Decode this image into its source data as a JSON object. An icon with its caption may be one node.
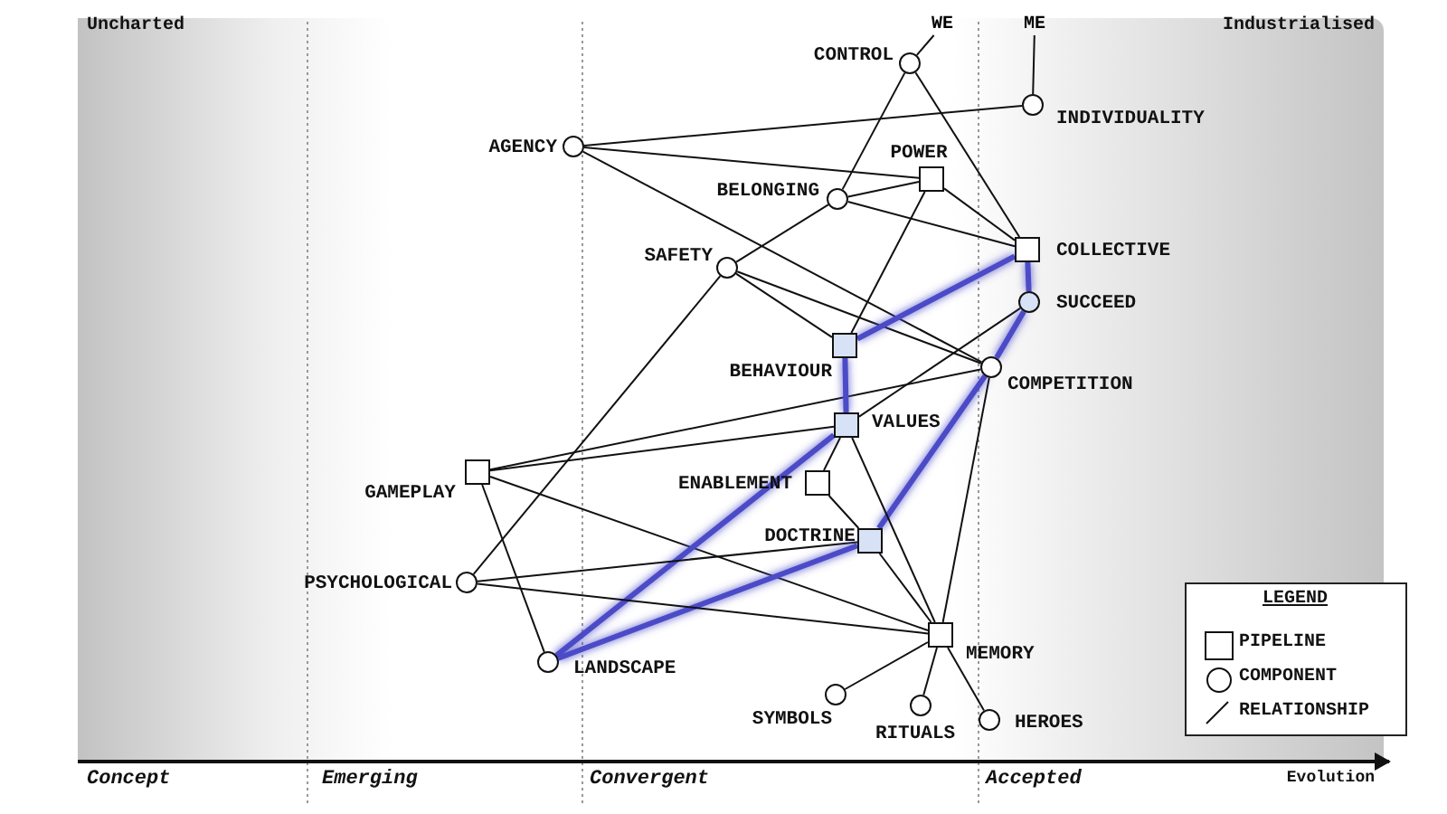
{
  "diagram": {
    "nodes": [
      {
        "text": [
          "WE"
        ]
      },
      {
        "text": [
          "ME"
        ]
      },
      {
        "text": [
          "CONTROL"
        ]
      },
      {
        "text": [
          "INDIVIDUALITY"
        ]
      },
      {
        "text": [
          "AGENCY"
        ]
      },
      {
        "text": [
          "POWER"
        ]
      },
      {
        "text": [
          "BELONGING"
        ]
      },
      {
        "text": [
          "COLLECTIVE"
        ]
      },
      {
        "text": [
          "SAFETY"
        ]
      },
      {
        "text": [
          "SUCCEED"
        ]
      },
      {
        "text": [
          "BEHAVIOUR"
        ]
      },
      {
        "text": [
          "COMPETITION"
        ]
      },
      {
        "text": [
          "VALUES"
        ]
      },
      {
        "text": [
          "GAMEPLAY"
        ]
      },
      {
        "text": [
          "ENABLEMENT"
        ]
      },
      {
        "text": [
          "DOCTRINE"
        ]
      },
      {
        "text": [
          "PSYCHOLOGICAL"
        ]
      },
      {
        "text": [
          "MEMORY"
        ]
      },
      {
        "text": [
          "LANDSCAPE"
        ]
      },
      {
        "text": [
          "SYMBOLS"
        ]
      },
      {
        "text": [
          "RITUALS"
        ]
      },
      {
        "text": [
          "HEROES"
        ]
      }
    ],
    "edges": [
      {
        "from": 0,
        "to": 2,
        "arrow": "none"
      },
      {
        "from": 1,
        "to": 3,
        "arrow": "none"
      },
      {
        "from": 2,
        "to": 6,
        "arrow": "none"
      },
      {
        "from": 2,
        "to": 7,
        "arrow": "none"
      },
      {
        "from": 4,
        "to": 3,
        "arrow": "none"
      },
      {
        "from": 4,
        "to": 5,
        "arrow": "none"
      },
      {
        "from": 4,
        "to": 11,
        "arrow": "none"
      },
      {
        "from": 6,
        "to": 5,
        "arrow": "none"
      },
      {
        "from": 6,
        "to": 7,
        "arrow": "none"
      },
      {
        "from": 6,
        "to": 8,
        "arrow": "none"
      },
      {
        "from": 5,
        "to": 7,
        "arrow": "none"
      },
      {
        "from": 5,
        "to": 10,
        "arrow": "none"
      },
      {
        "from": 8,
        "to": 10,
        "arrow": "none"
      },
      {
        "from": 8,
        "to": 11,
        "arrow": "none"
      },
      {
        "from": 8,
        "to": 16,
        "arrow": "none"
      },
      {
        "from": 7,
        "to": 10,
        "arrow": "none",
        "style": "thick",
        "color": "#4b4bc8"
      },
      {
        "from": 7,
        "to": 9,
        "arrow": "none",
        "style": "thick",
        "color": "#4b4bc8"
      },
      {
        "from": 9,
        "to": 12,
        "arrow": "none"
      },
      {
        "from": 9,
        "to": 11,
        "arrow": "none",
        "style": "thick",
        "color": "#4b4bc8"
      },
      {
        "from": 11,
        "to": 13,
        "arrow": "none"
      },
      {
        "from": 11,
        "to": 17,
        "arrow": "none"
      },
      {
        "from": 11,
        "to": 15,
        "arrow": "none",
        "style": "thick",
        "color": "#4b4bc8"
      },
      {
        "from": 13,
        "to": 12,
        "arrow": "none"
      },
      {
        "from": 13,
        "to": 18,
        "arrow": "none"
      },
      {
        "from": 13,
        "to": 17,
        "arrow": "none"
      },
      {
        "from": 12,
        "to": 10,
        "arrow": "none",
        "style": "thick",
        "color": "#4b4bc8"
      },
      {
        "from": 12,
        "to": 14,
        "arrow": "none"
      },
      {
        "from": 12,
        "to": 17,
        "arrow": "none"
      },
      {
        "from": 12,
        "to": 18,
        "arrow": "none",
        "style": "thick",
        "color": "#4b4bc8"
      },
      {
        "from": 14,
        "to": 15,
        "arrow": "none"
      },
      {
        "from": 15,
        "to": 17,
        "arrow": "none"
      },
      {
        "from": 15,
        "to": 16,
        "arrow": "none"
      },
      {
        "from": 15,
        "to": 18,
        "arrow": "none",
        "style": "thick",
        "color": "#4b4bc8"
      },
      {
        "from": 16,
        "to": 17,
        "arrow": "none"
      },
      {
        "from": 17,
        "to": 19,
        "arrow": "none"
      },
      {
        "from": 17,
        "to": 20,
        "arrow": "none"
      },
      {
        "from": 17,
        "to": 21,
        "arrow": "none"
      }
    ],
    "labels": [
      "Uncharted",
      "Industrialised",
      "LEGEND",
      "Concept",
      "Emerging",
      "Convergent",
      "Accepted",
      "Evolution"
    ],
    "legend": [
      {
        "text": "PIPELINE"
      },
      {
        "text": "COMPONENT"
      },
      {
        "text": "RELATIONSHIP"
      }
    ]
  }
}
